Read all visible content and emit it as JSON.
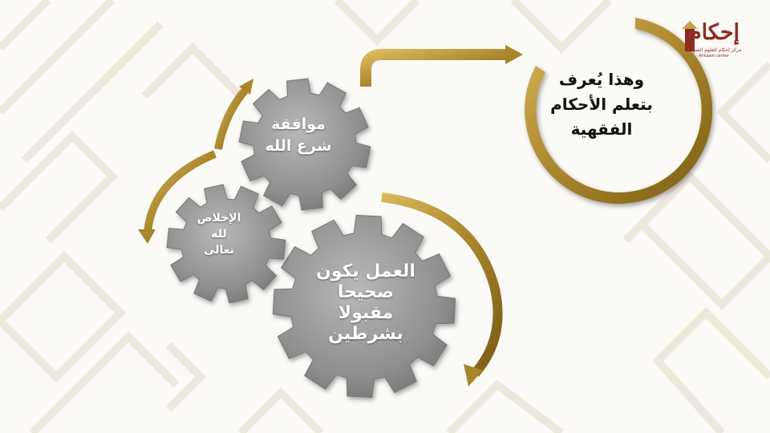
{
  "colors": {
    "background": "#fbfaf7",
    "pattern": "#ece7da",
    "gold": "#b08a2e",
    "gold_dark": "#7a5c14",
    "gear": "#8f8f8f",
    "text_dark": "#111111",
    "logo": "#8e2b1f"
  },
  "gears": {
    "big": {
      "lines": [
        "العمل يكون",
        "صحيحا",
        "مقبولا",
        "بشرطين"
      ]
    },
    "mid": {
      "lines": [
        "موافقة",
        "شرع الله"
      ]
    },
    "small": {
      "lines": [
        "الإخلاص",
        "لله",
        "تعالى"
      ]
    }
  },
  "ring": {
    "lines": [
      "وهذا يُعرف",
      "بتعلم الأحكام",
      "الفقهية"
    ]
  },
  "logo": {
    "name": "إحكام",
    "subtitle": "مركز إحكام للعلوم الشرعية",
    "subtitle_latin": "Ahkaam center"
  }
}
